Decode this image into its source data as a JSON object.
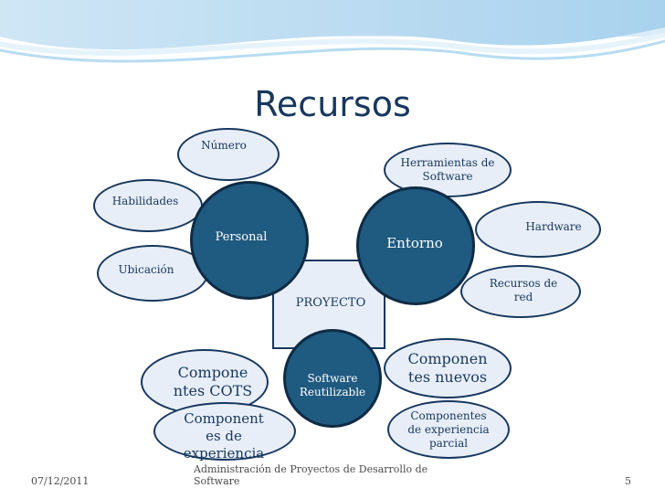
{
  "slide": {
    "title": "Recursos",
    "footer_date": "07/12/2011",
    "footer_text_line1": "Administración de Proyectos de Desarrollo de",
    "footer_text_line2": "Software",
    "page_number": "5"
  },
  "diagram": {
    "center": {
      "label": "PROYECTO"
    },
    "hubs": {
      "personal": "Personal",
      "entorno": "Entorno",
      "software": {
        "line1": "Software",
        "line2": "Reutilizable"
      }
    },
    "personal_items": {
      "numero": "Número",
      "habilidades": "Habilidades",
      "ubicacion": "Ubicación"
    },
    "entorno_items": {
      "herramientas": {
        "line1": "Herramientas de",
        "line2": "Software"
      },
      "hardware": "Hardware",
      "recursos_red": {
        "line1": "Recursos de",
        "line2": "red"
      }
    },
    "software_items": {
      "cots": {
        "line1": "Compone",
        "line2": "ntes COTS"
      },
      "nuevos": {
        "line1": "Componen",
        "line2": "tes nuevos"
      },
      "experiencia": {
        "line1": "Component",
        "line2": "es de",
        "line3": "experiencia"
      },
      "experiencia_parcial": {
        "line1": "Componentes",
        "line2": "de experiencia",
        "line3": "parcial"
      }
    }
  }
}
